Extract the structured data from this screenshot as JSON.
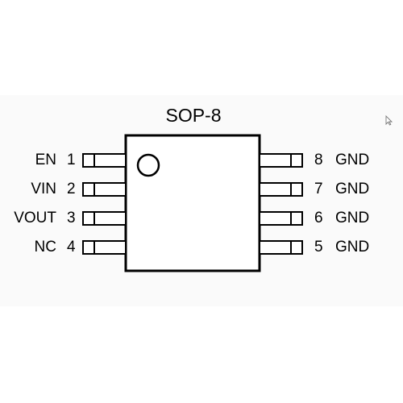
{
  "title": "SOP-8",
  "left_pins": [
    {
      "name": "EN",
      "number": "1"
    },
    {
      "name": "VIN",
      "number": "2"
    },
    {
      "name": "VOUT",
      "number": "3"
    },
    {
      "name": "NC",
      "number": "4"
    }
  ],
  "right_pins": [
    {
      "number": "8",
      "name": "GND"
    },
    {
      "number": "7",
      "name": "GND"
    },
    {
      "number": "6",
      "name": "GND"
    },
    {
      "number": "5",
      "name": "GND"
    }
  ],
  "colors": {
    "line": "#000000",
    "background": "#ffffff",
    "band": "#fafafa"
  },
  "icons": {
    "cursor": "mouse-pointer-icon",
    "pin1_marker": "pin-one-dot-icon"
  }
}
